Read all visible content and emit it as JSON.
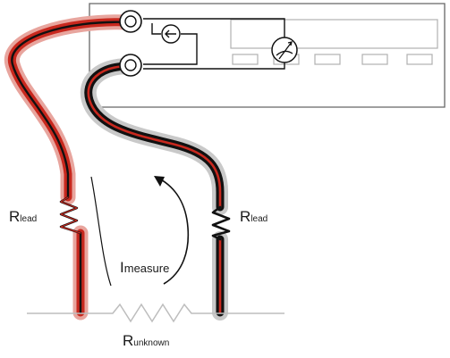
{
  "labels": {
    "lead_left": {
      "main": "R",
      "sub": "lead"
    },
    "lead_right": {
      "main": "R",
      "sub": "lead"
    },
    "measure": {
      "main": "I",
      "sub": "measure"
    },
    "unknown": {
      "main": "R",
      "sub": "unknown"
    }
  },
  "colors": {
    "lead_red": "#c8281e",
    "lead_red_sheath": "#e8a59e",
    "lead_gray_sheath": "#c9c9c9",
    "wire_black": "#111111",
    "instrument_border": "#666666",
    "panel_slot": "#b0b0b0",
    "ground_line": "#bdbdbd"
  },
  "icons": {
    "current_source": "current-source-icon",
    "meter": "voltmeter-icon",
    "terminal": "binding-post-icon",
    "resistor": "resistor-zigzag-icon"
  }
}
